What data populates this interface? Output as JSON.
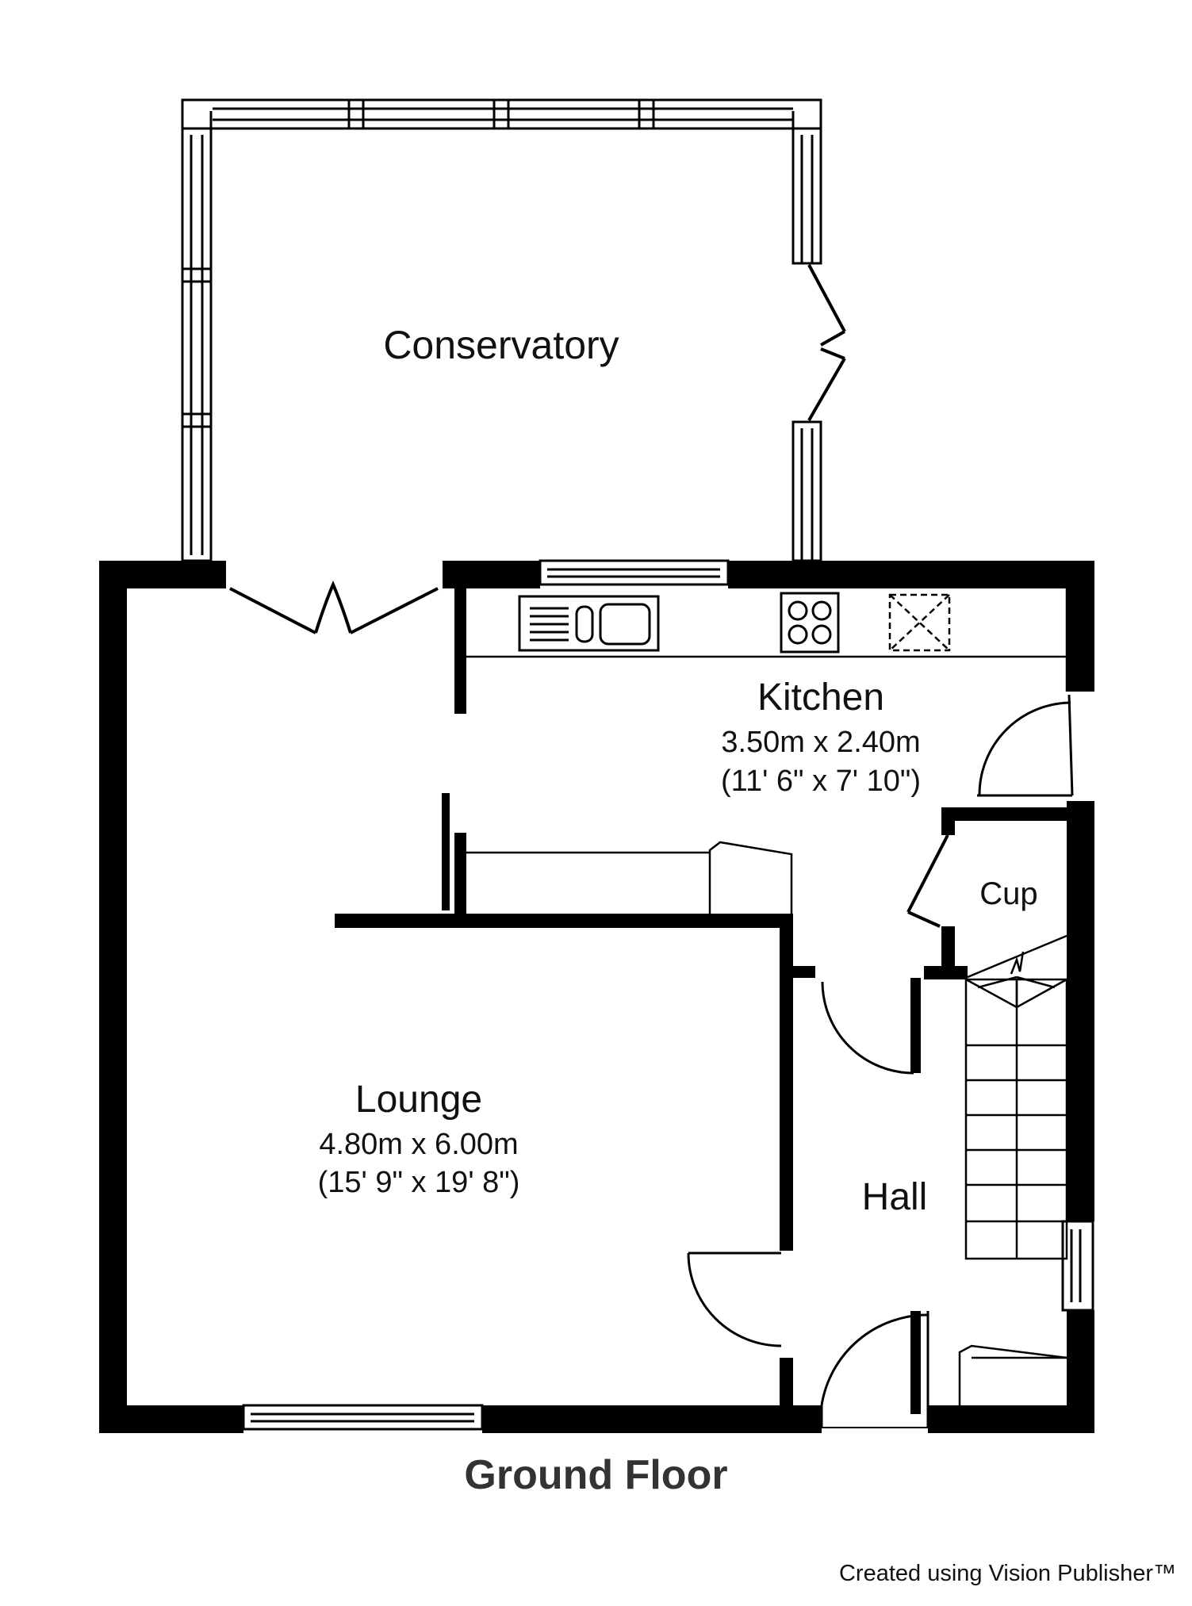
{
  "rooms": {
    "conservatory": {
      "name": "Conservatory"
    },
    "kitchen": {
      "name": "Kitchen",
      "metric": "3.50m x 2.40m",
      "imperial": "(11' 6\" x 7' 10\")"
    },
    "cupboard": {
      "name": "Cup"
    },
    "lounge": {
      "name": "Lounge",
      "metric": "4.80m x 6.00m",
      "imperial": "(15' 9\" x 19' 8\")"
    },
    "hall": {
      "name": "Hall"
    }
  },
  "floor_title": "Ground Floor",
  "credit": "Created using Vision Publisher™",
  "colors": {
    "wall": "#000000",
    "background": "#ffffff",
    "title": "#333333"
  }
}
